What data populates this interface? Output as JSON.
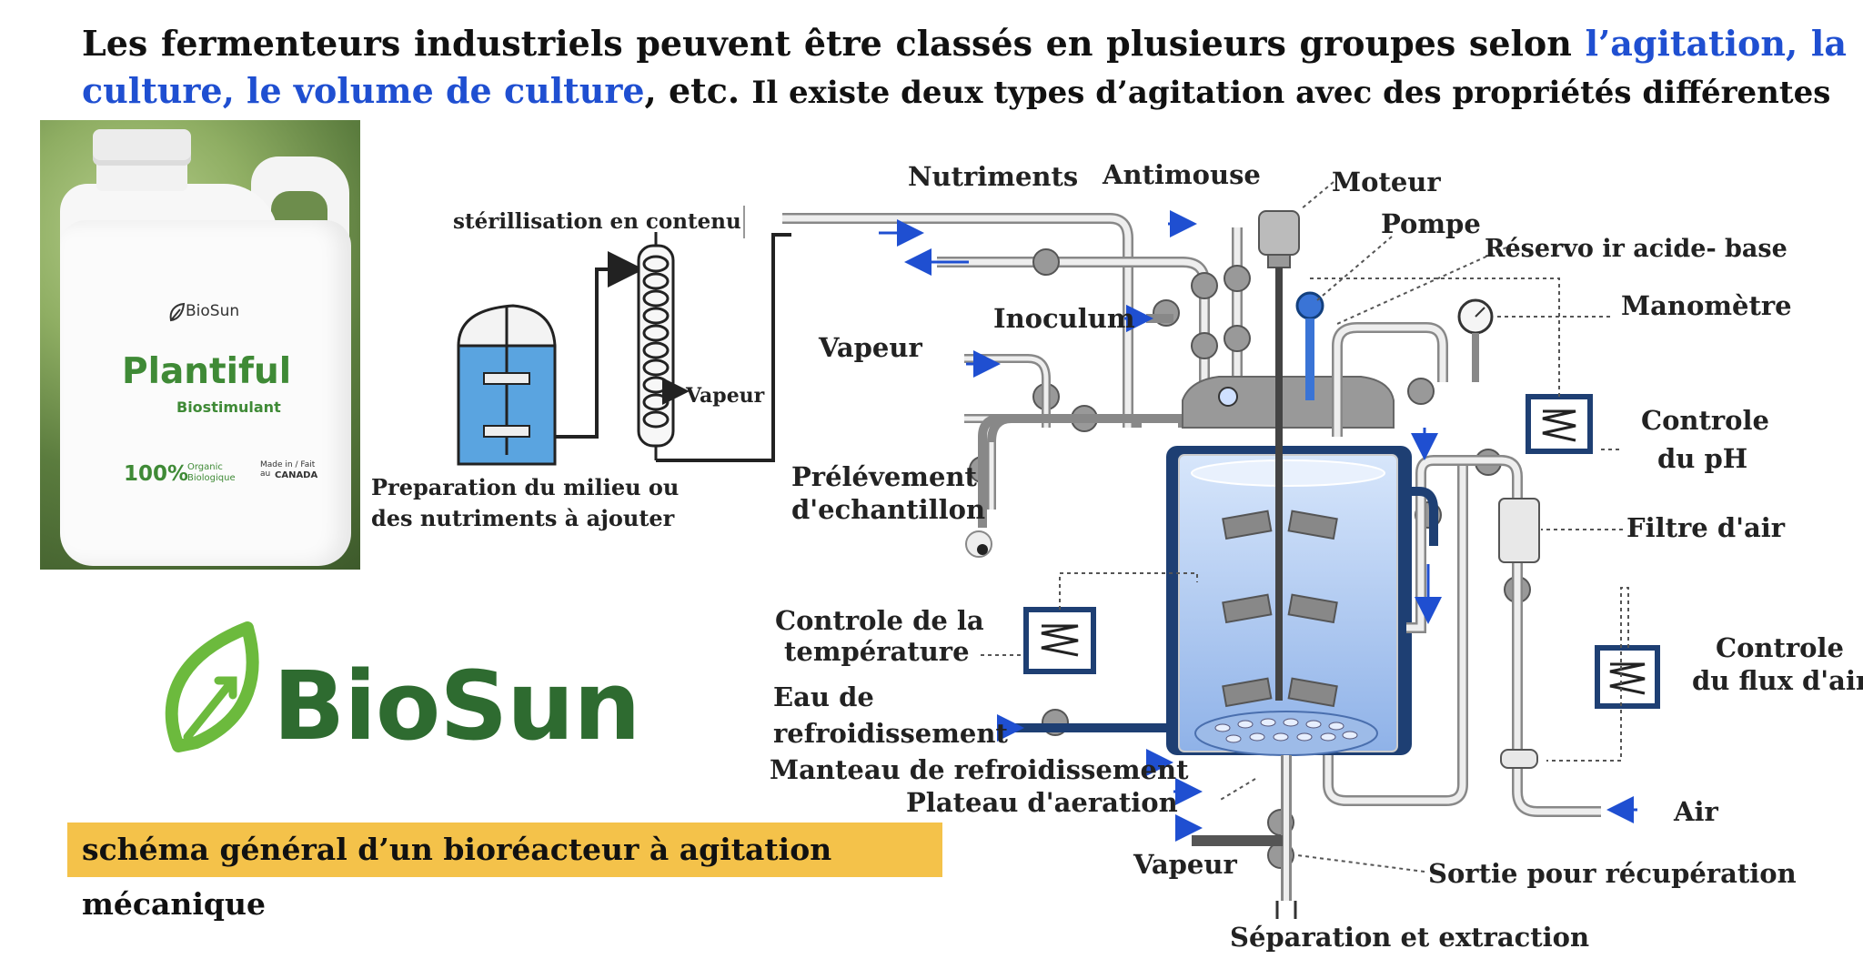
{
  "intro": {
    "part1": "Les fermenteurs industriels peuvent être classés en plusieurs groupes selon ",
    "highlight": "l’agitation, la culture, le volume de culture",
    "part2": ", etc. ",
    "part3": "Il existe deux types d’agitation avec des propriétés différentes"
  },
  "product": {
    "brand": "BioSun",
    "name": "Plantiful",
    "subtitle": "Biostimulant",
    "percent": "100%",
    "organic": "Organic Biologique",
    "made_in": "Made in / Fait au",
    "country": "CANADA"
  },
  "logo": {
    "part1": "Bio",
    "part2": "Sun"
  },
  "caption": "schéma général d’un bioréacteur à agitation mécanique",
  "diagram": {
    "sterilisation": "stérillisation en contenu",
    "vapeur_coil": "Vapeur",
    "prep_line1": "Preparation du milieu ou",
    "prep_line2": "des nutriments à ajouter",
    "nutriments": "Nutriments",
    "antimousse": "Antimouse",
    "moteur": "Moteur",
    "pompe": "Pompe",
    "reservoir": "Réservo ir acide- base",
    "manometre": "Manomètre",
    "inoculum": "Inoculum",
    "vapeur_top": "Vapeur",
    "controle_ph_1": "Controle",
    "controle_ph_2": "du pH",
    "prelevement_1": "Prélévement",
    "prelevement_2": "d'echantillon",
    "filtre": "Filtre d'air",
    "controle_temp_1": "Controle de la",
    "controle_temp_2": "température",
    "controle_flux_1": "Controle",
    "controle_flux_2": "du flux d'air",
    "eau_1": "Eau de",
    "eau_2": "refroidissement",
    "manteau": "Manteau de refroidissement",
    "plateau": "Plateau d'aeration",
    "air": "Air",
    "vapeur_bottom": "Vapeur",
    "sortie": "Sortie pour récupération",
    "separation": "Séparation et extraction"
  },
  "colors": {
    "highlight": "#1f4fd1",
    "caption_bg": "#f4c24a",
    "logo_dark": "#2e6b30",
    "logo_light": "#6cba3d",
    "liquid": "#b7cff0",
    "jacket": "#1e3f73"
  }
}
